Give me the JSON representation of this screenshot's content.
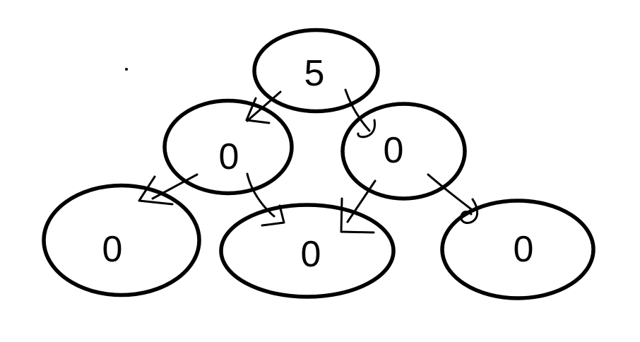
{
  "diagram": {
    "type": "tree",
    "background": "#ffffff",
    "ink_color": "#000000",
    "nodes": {
      "root": {
        "label": "5"
      },
      "left_child": {
        "label": "0"
      },
      "right_child": {
        "label": "0"
      },
      "leaf_left": {
        "label": "0"
      },
      "leaf_middle": {
        "label": "0"
      },
      "leaf_right": {
        "label": "0"
      }
    },
    "edges": [
      {
        "from": "root",
        "to": "left_child"
      },
      {
        "from": "root",
        "to": "right_child"
      },
      {
        "from": "left_child",
        "to": "leaf_left"
      },
      {
        "from": "left_child",
        "to": "leaf_middle"
      },
      {
        "from": "right_child",
        "to": "leaf_middle"
      },
      {
        "from": "right_child",
        "to": "leaf_right"
      }
    ]
  }
}
